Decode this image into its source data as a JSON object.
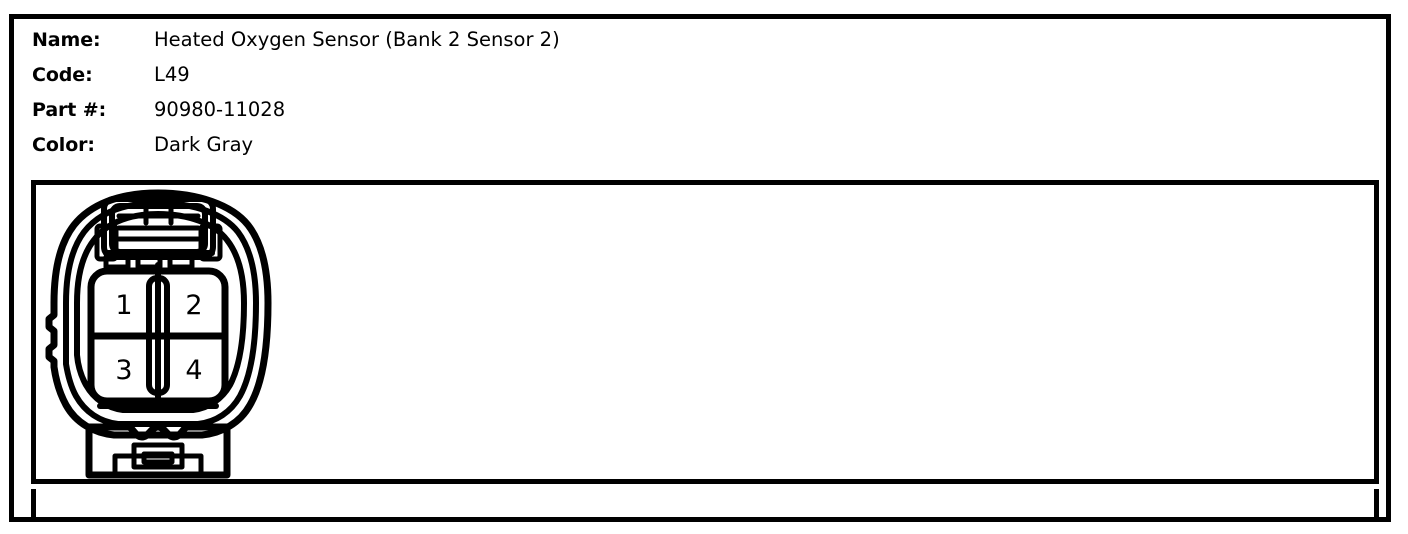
{
  "spec": {
    "rows": [
      {
        "label": "Name:",
        "value": "Heated Oxygen Sensor (Bank 2 Sensor 2)"
      },
      {
        "label": "Code:",
        "value": "L49"
      },
      {
        "label": "Part #:",
        "value": "90980-11028"
      },
      {
        "label": "Color:",
        "value": "Dark Gray"
      }
    ]
  },
  "connector": {
    "cavity_count": 4,
    "pins": [
      {
        "number": "1",
        "position": "top-left"
      },
      {
        "number": "2",
        "position": "top-right"
      },
      {
        "number": "3",
        "position": "bottom-left"
      },
      {
        "number": "4",
        "position": "bottom-right"
      }
    ],
    "line_color": "#000000",
    "fill_color": "#ffffff"
  }
}
